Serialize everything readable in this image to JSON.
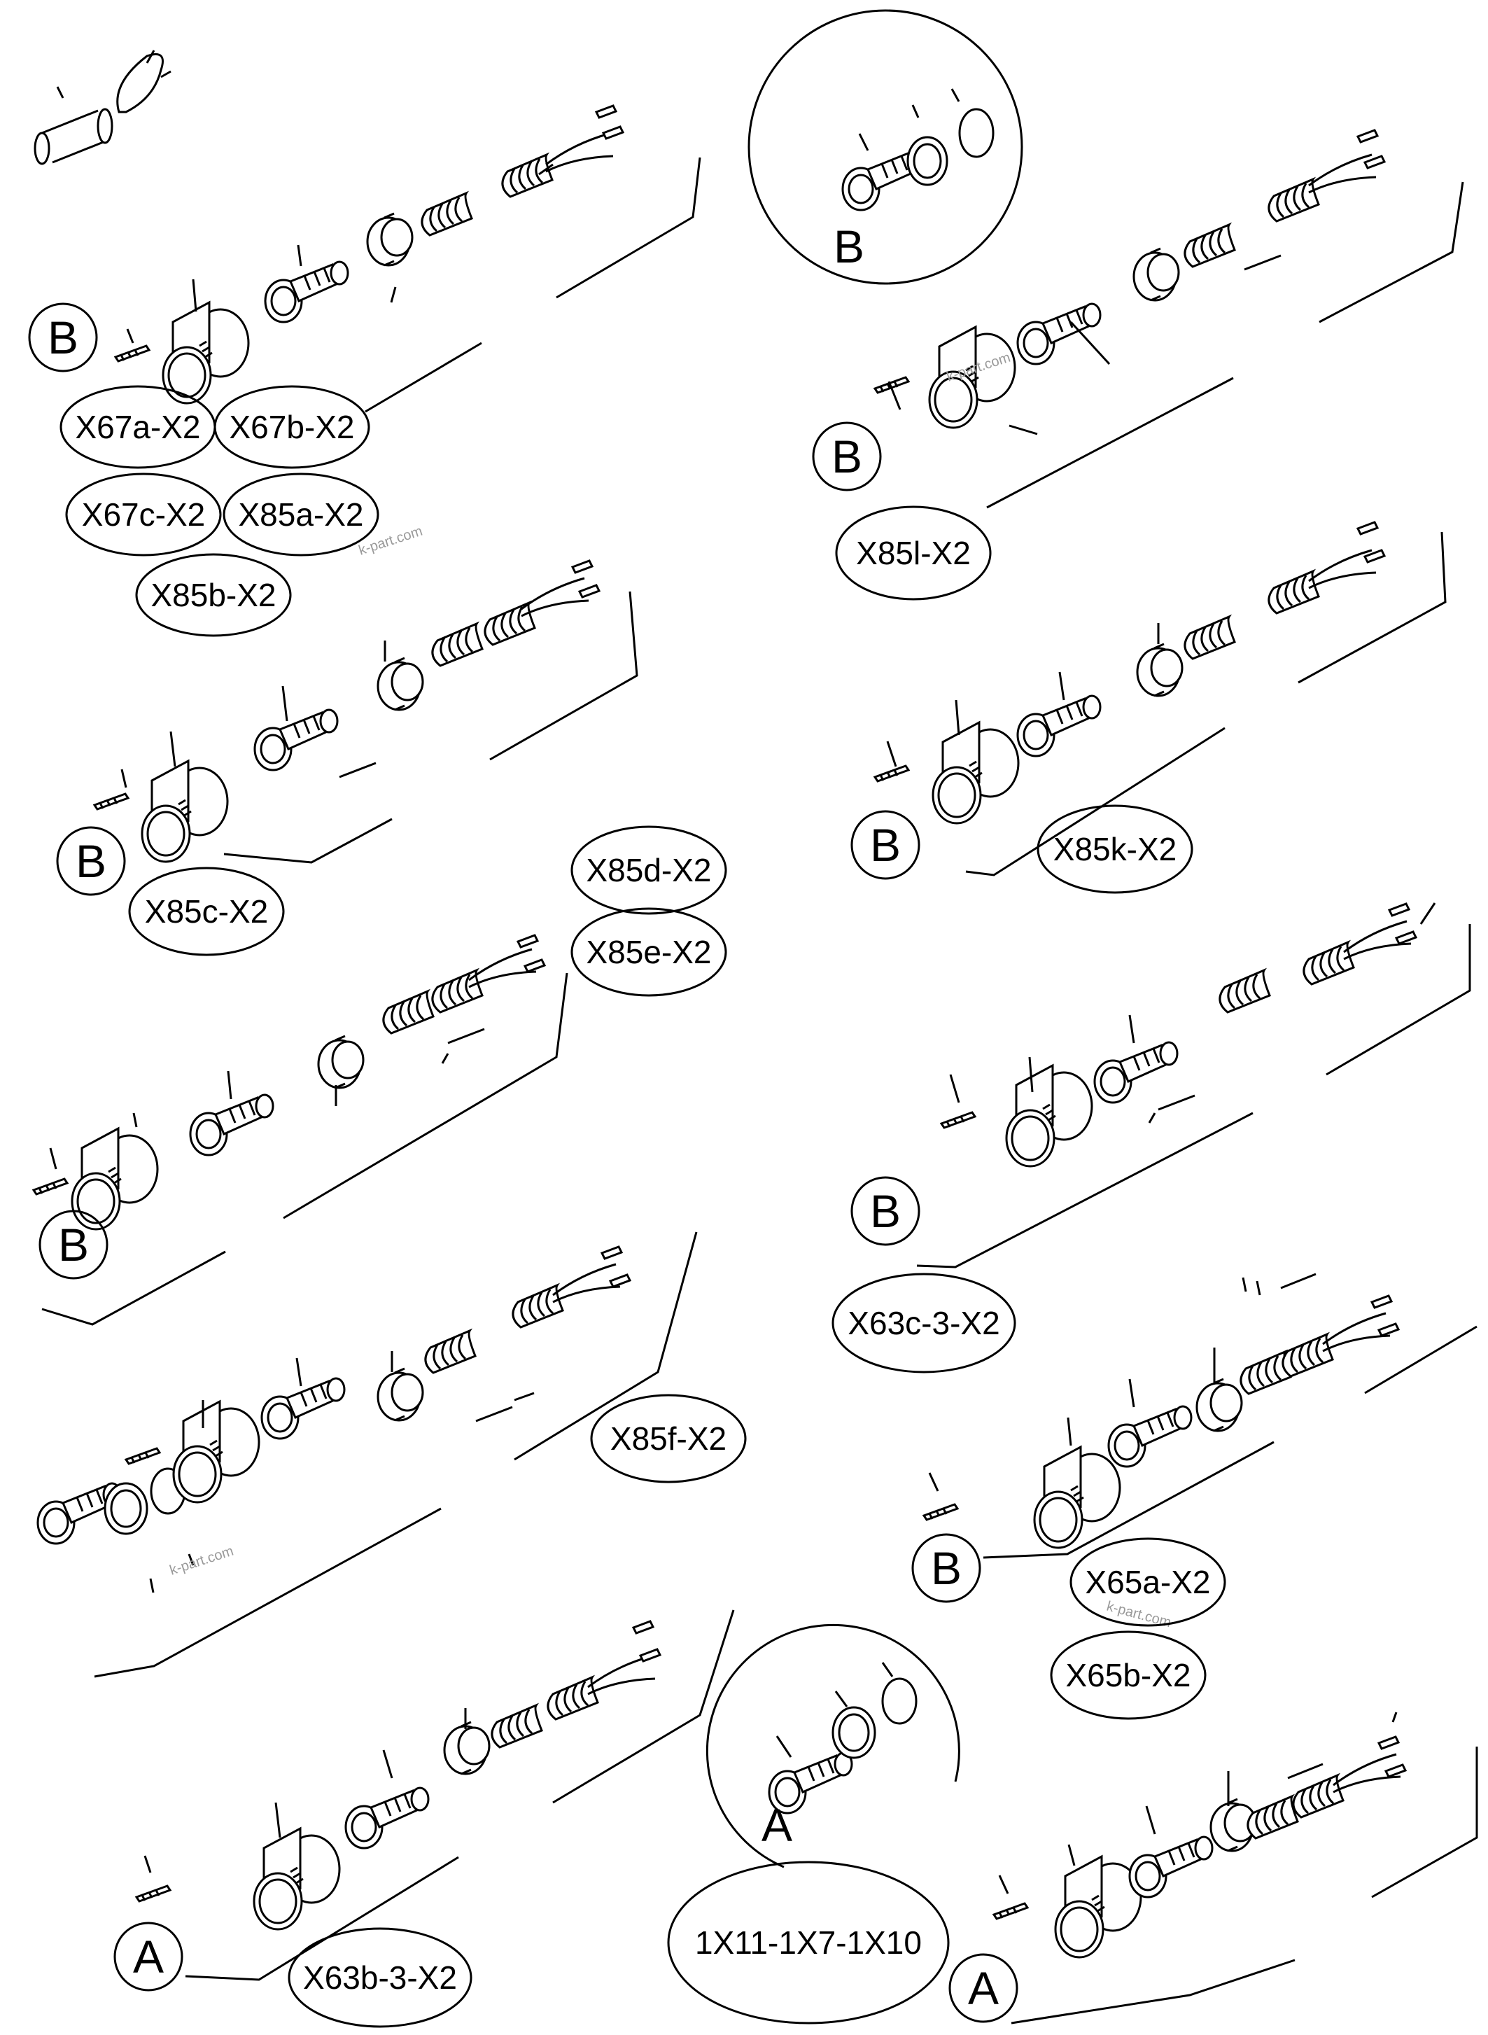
{
  "watermark": "k-part.com",
  "view_markers": {
    "B": "B",
    "A": "A"
  },
  "connectors": [
    {
      "id": "x67a",
      "label": "X67a-X2"
    },
    {
      "id": "x67b",
      "label": "X67b-X2"
    },
    {
      "id": "x67c",
      "label": "X67c-X2"
    },
    {
      "id": "x85a",
      "label": "X85a-X2"
    },
    {
      "id": "x85b",
      "label": "X85b-X2"
    },
    {
      "id": "x85l",
      "label": "X85l-X2"
    },
    {
      "id": "x85c",
      "label": "X85c-X2"
    },
    {
      "id": "x85k",
      "label": "X85k-X2"
    },
    {
      "id": "x85d",
      "label": "X85d-X2"
    },
    {
      "id": "x85e",
      "label": "X85e-X2"
    },
    {
      "id": "x63c",
      "label": "X63c-3-X2"
    },
    {
      "id": "x85f",
      "label": "X85f-X2"
    },
    {
      "id": "x65a",
      "label": "X65a-X2"
    },
    {
      "id": "x65b",
      "label": "X65b-X2"
    },
    {
      "id": "x63b",
      "label": "X63b-3-X2"
    },
    {
      "id": "x1x11",
      "label": "1X11-1X7-1X10"
    }
  ]
}
